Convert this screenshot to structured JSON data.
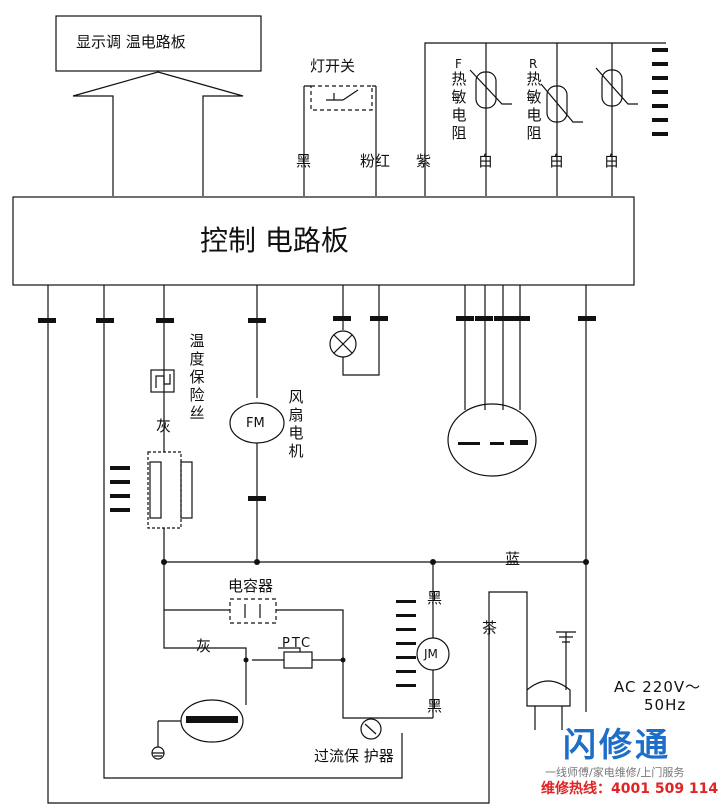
{
  "diagram": {
    "display_board": "显示调 温电路板",
    "main_board": "控制 电路板",
    "light_switch": "灯开关",
    "wire_black_1": "黑",
    "wire_pink_red": "粉红",
    "wire_purple": "紫",
    "wire_white_1": "白",
    "wire_white_2": "白",
    "wire_white_3": "白",
    "f_label": "F",
    "f_thermistor": "热敏电阻",
    "r_label": "R",
    "r_thermistor": "热敏电阻",
    "temp_fuse": "温度保险丝",
    "wire_gray_1": "灰",
    "fan_motor": "风扇电机",
    "fan_symbol": "FM",
    "wire_blue": "蓝",
    "capacitor": "电容器",
    "ptc": "PTC",
    "wire_gray_2": "灰",
    "wire_black_2": "黑",
    "wire_black_3": "黑",
    "jm_symbol": "JM",
    "wire_tea": "茶",
    "overcurrent": "过流保 护器",
    "ac_line1": "AC 220V～",
    "ac_line2": "50Hz"
  },
  "watermark": {
    "brand": "闪修通",
    "tagline": "一线师傅/家电维修/上门服务",
    "hotline": "维修热线：4001 509 114"
  },
  "colors": {
    "line": "#111111",
    "brand": "#1c6ec8",
    "hotline": "#e02323"
  }
}
